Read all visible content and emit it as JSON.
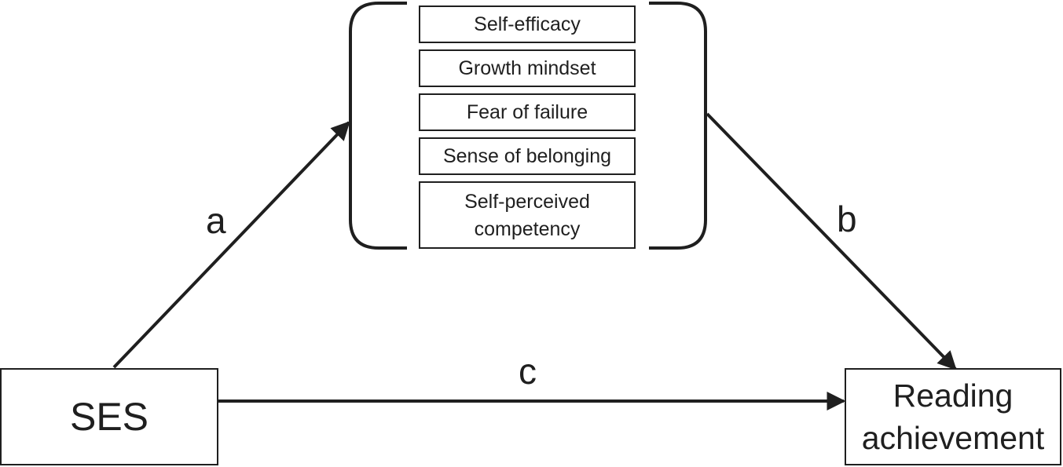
{
  "nodes": {
    "ses": "SES",
    "outcome_line1": "Reading",
    "outcome_line2": "achievement"
  },
  "mediators": [
    {
      "line1": "Self-efficacy"
    },
    {
      "line1": "Growth mindset"
    },
    {
      "line1": "Fear of failure"
    },
    {
      "line1": "Sense of belonging"
    },
    {
      "line1": "Self-perceived",
      "line2": "competency"
    }
  ],
  "paths": {
    "a": "a",
    "b": "b",
    "c": "c"
  }
}
